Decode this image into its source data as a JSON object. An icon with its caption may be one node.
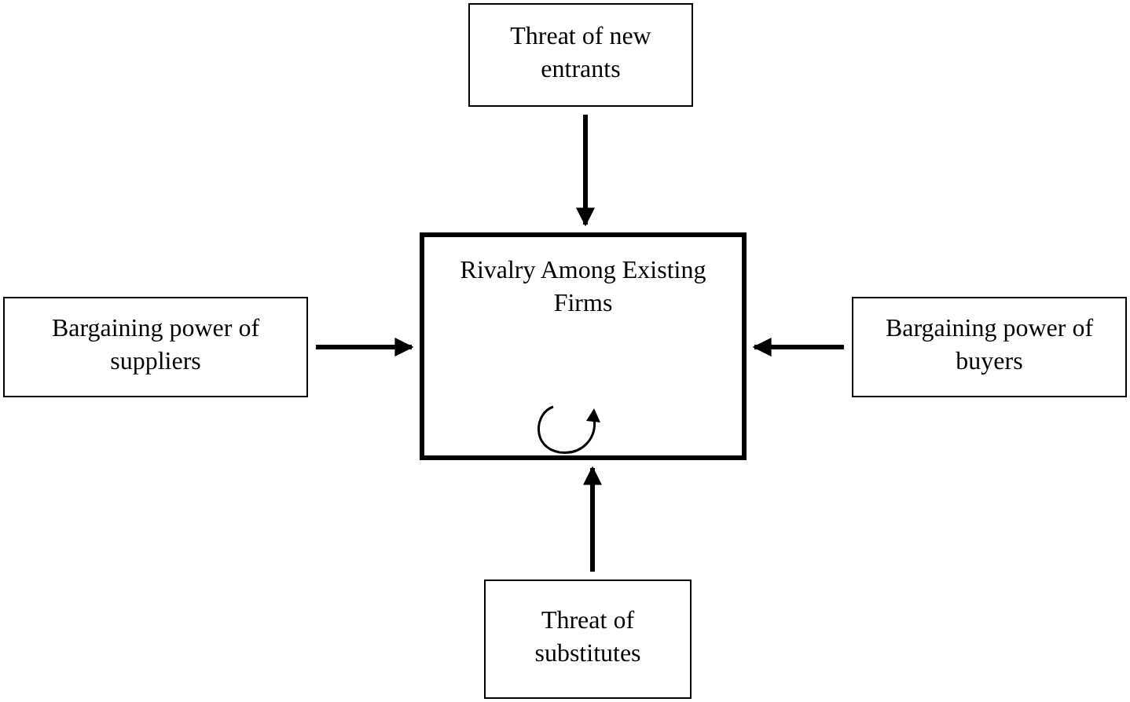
{
  "diagram": {
    "nodes": [
      {
        "text": [
          "Threat of new entrants"
        ]
      },
      {
        "text": [
          "Bargaining power of suppliers"
        ]
      },
      {
        "text": [
          "Rivalry Among Existing Firms"
        ]
      },
      {
        "text": [
          "Bargaining power of buyers"
        ]
      },
      {
        "text": [
          "Threat of substitutes"
        ]
      }
    ],
    "edges": [
      {
        "from": 0,
        "to": 2,
        "arrow": "to"
      },
      {
        "from": 1,
        "to": 2,
        "arrow": "to"
      },
      {
        "from": 3,
        "to": 2,
        "arrow": "to"
      },
      {
        "from": 4,
        "to": 2,
        "arrow": "to"
      }
    ]
  }
}
